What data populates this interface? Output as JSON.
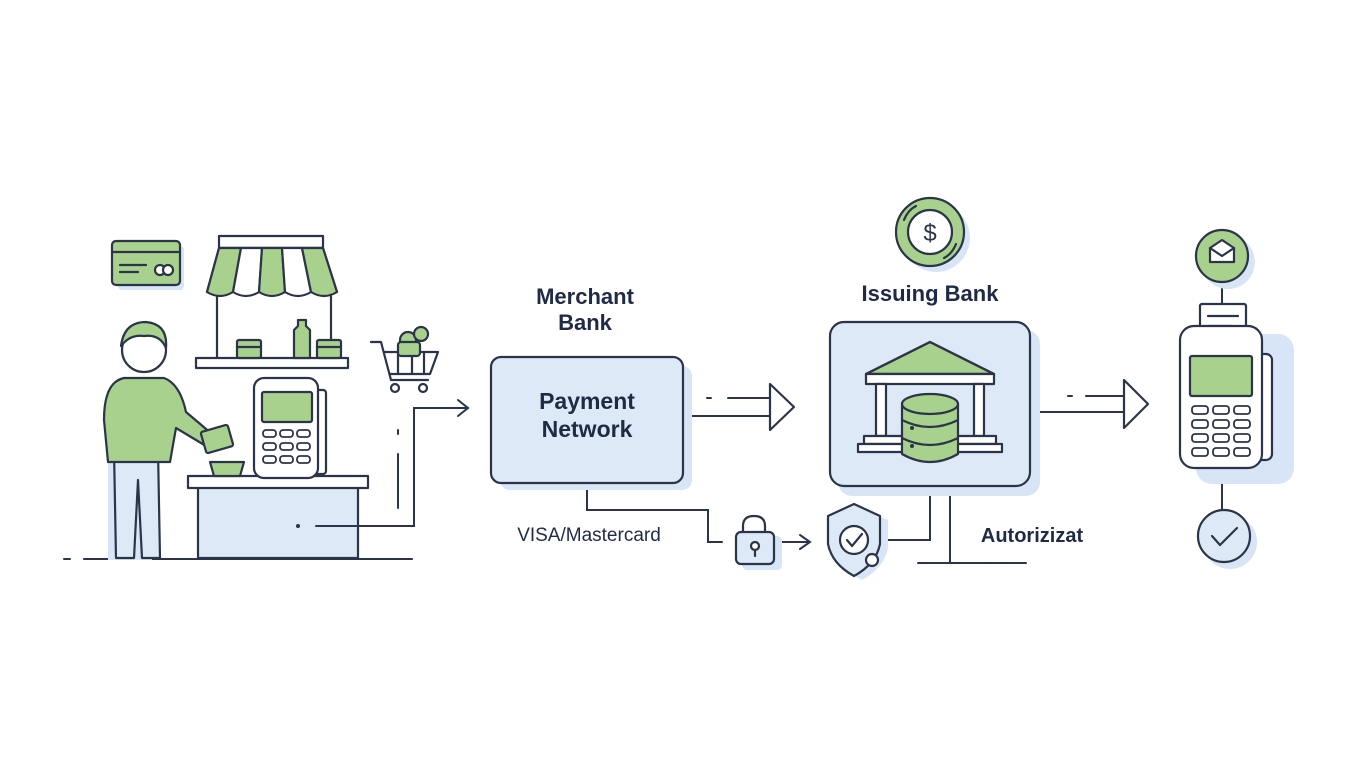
{
  "diagram": {
    "merchant_bank_label": [
      "Merchant",
      "Bank"
    ],
    "payment_network_label": [
      "Payment",
      "Network"
    ],
    "network_brands_label": "VISA/Mastercard",
    "issuing_bank_label": "Issuing Bank",
    "authorization_label": "Autorizizat"
  },
  "colors": {
    "outline": "#2b3448",
    "green_fill": "#a8d18d",
    "blue_fill": "#dde9f7",
    "blue_shadow": "#cfe0f4",
    "accent_line": "#1f2a44"
  },
  "icons": [
    "credit-card-icon",
    "store-awning-icon",
    "shopping-cart-icon",
    "person-icon",
    "card-terminal-icon",
    "dollar-coin-icon",
    "bank-building-icon",
    "database-icon",
    "padlock-icon",
    "shield-check-icon",
    "checkmark-circle-icon",
    "receipt-icon"
  ]
}
